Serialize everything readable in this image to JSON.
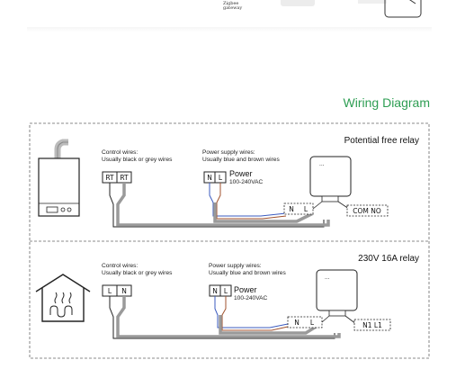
{
  "top_strip": {
    "gateway_label_line1": "Zigbee",
    "gateway_label_line2": "gateway"
  },
  "section_title": "Wiring Diagram",
  "colors": {
    "title_green": "#2e9e53",
    "wire_gray": "#9a9a9a",
    "wire_blue": "#3b5bbf",
    "wire_brown": "#a0522d",
    "dash_border": "#666666"
  },
  "panel_top": {
    "relay_type": "Potential free relay",
    "control_wires_title": "Control wires:",
    "control_wires_note": "Usually black or grey wires",
    "power_wires_title": "Power supply wires:",
    "power_wires_note": "Usually blue and brown wires",
    "control_terminals": [
      "RT",
      "RT"
    ],
    "power_terminals": [
      "N",
      "L"
    ],
    "power_label": "Power",
    "power_voltage": "100-240VAC",
    "device_marker": "...",
    "device_terminals": [
      "N",
      "L"
    ],
    "relay_terminals": "COM NO",
    "appliance_icon": "boiler-icon"
  },
  "panel_bottom": {
    "relay_type": "230V 16A relay",
    "control_wires_title": "Control wires:",
    "control_wires_note": "Usually black or grey wires",
    "power_wires_title": "Power supply wires:",
    "power_wires_note": "Usually blue and brown wires",
    "control_terminals": [
      "L",
      "N"
    ],
    "power_terminals": [
      "N",
      "L"
    ],
    "power_label": "Power",
    "power_voltage": "100-240VAC",
    "device_marker": "...",
    "device_terminals": [
      "N",
      "L"
    ],
    "relay_terminals": "N1 L1",
    "appliance_icon": "floor-heating-house-icon"
  }
}
